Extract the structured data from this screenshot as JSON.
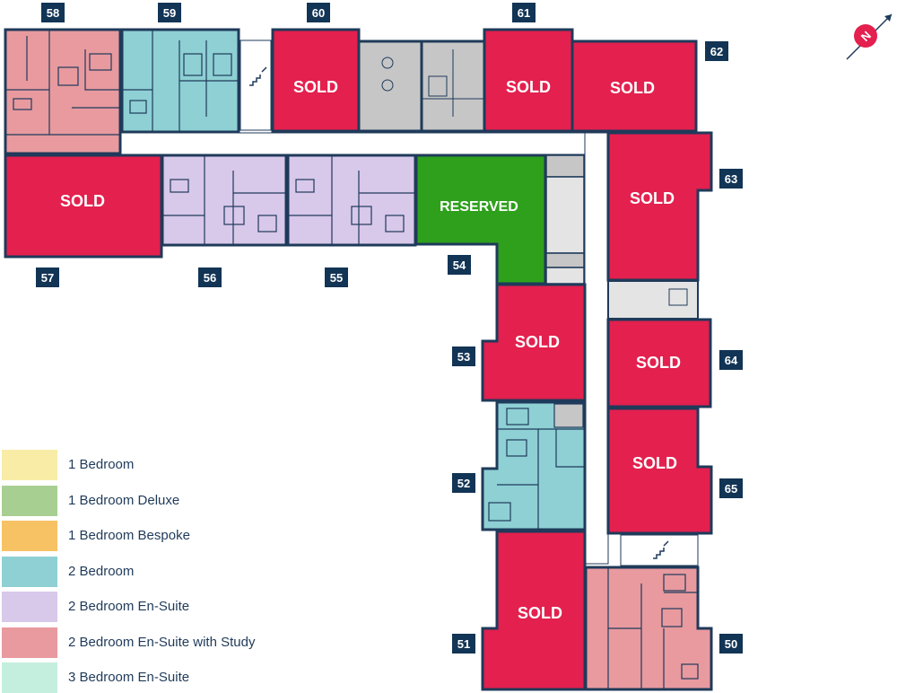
{
  "colors": {
    "sold": "#e3204e",
    "reserved": "#2ea01c",
    "communal": "#c6c6c6",
    "outline": "#1f3a5a",
    "label_bg": "#123455",
    "compass": "#e3204e",
    "pale_room": "#e4e4e4"
  },
  "compass": {
    "letter": "N",
    "icon": "north-arrow-icon"
  },
  "status_labels": {
    "sold": "SOLD",
    "reserved": "RESERVED"
  },
  "units": [
    {
      "number": "50",
      "type": "2 Bedroom En-Suite with Study",
      "status": "available"
    },
    {
      "number": "51",
      "type": "",
      "status": "sold"
    },
    {
      "number": "52",
      "type": "2 Bedroom",
      "status": "available"
    },
    {
      "number": "53",
      "type": "",
      "status": "sold"
    },
    {
      "number": "54",
      "type": "",
      "status": "reserved"
    },
    {
      "number": "55",
      "type": "2 Bedroom En-Suite",
      "status": "available"
    },
    {
      "number": "56",
      "type": "2 Bedroom En-Suite",
      "status": "available"
    },
    {
      "number": "57",
      "type": "",
      "status": "sold"
    },
    {
      "number": "58",
      "type": "2 Bedroom En-Suite with Study",
      "status": "available"
    },
    {
      "number": "59",
      "type": "2 Bedroom",
      "status": "available"
    },
    {
      "number": "60",
      "type": "",
      "status": "sold"
    },
    {
      "number": "61",
      "type": "",
      "status": "sold"
    },
    {
      "number": "62",
      "type": "",
      "status": "sold"
    },
    {
      "number": "63",
      "type": "",
      "status": "sold"
    },
    {
      "number": "64",
      "type": "",
      "status": "sold"
    },
    {
      "number": "65",
      "type": "",
      "status": "sold"
    }
  ],
  "legend": [
    {
      "label": "1 Bedroom",
      "color": "#f8eca7"
    },
    {
      "label": "1 Bedroom Deluxe",
      "color": "#a8cf92"
    },
    {
      "label": "1 Bedroom Bespoke",
      "color": "#f6c264"
    },
    {
      "label": "2 Bedroom",
      "color": "#8ed0d4"
    },
    {
      "label": "2 Bedroom En-Suite",
      "color": "#d8c8ea"
    },
    {
      "label": "2 Bedroom En-Suite with Study",
      "color": "#e89a9f"
    },
    {
      "label": "3 Bedroom En-Suite",
      "color": "#c4eedd"
    }
  ]
}
